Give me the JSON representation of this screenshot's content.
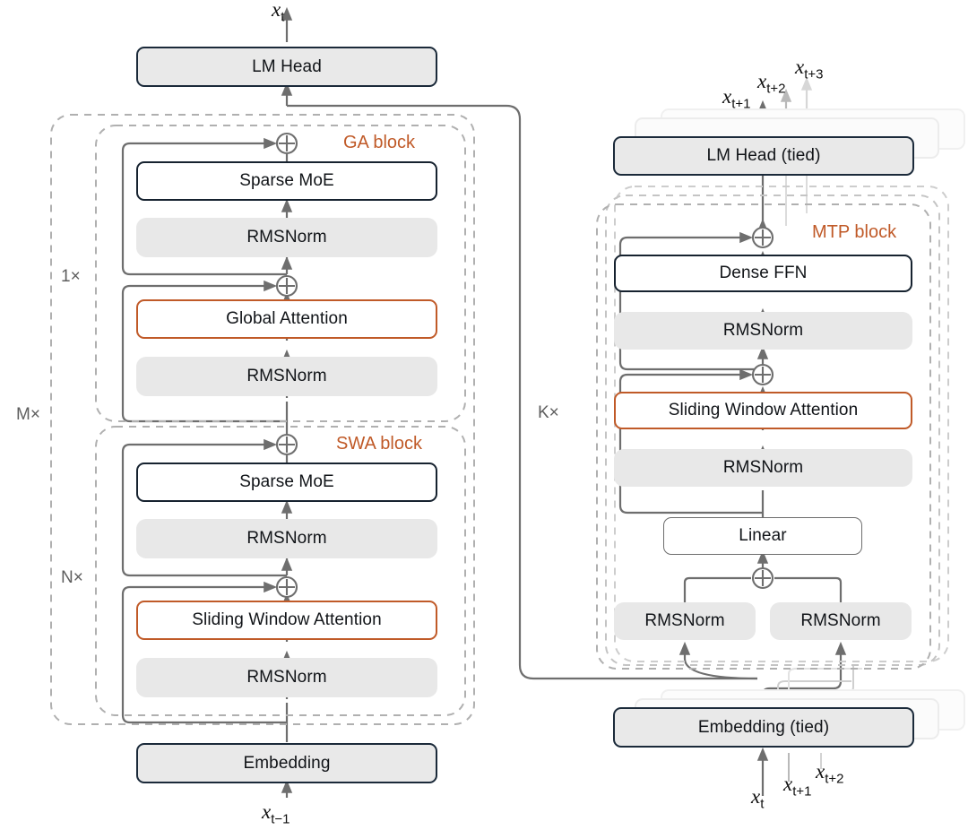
{
  "diagram": {
    "title": "Hybrid attention transformer with multi-token prediction",
    "accent_orange": "#c05a28",
    "node_fill_gray": "#e8e8e8",
    "border_dark": "#16222f"
  },
  "left_column": {
    "lm_head": "LM Head",
    "output_token": "x",
    "output_token_sub": "t",
    "outer_multiplier": "M×",
    "ga_block": {
      "label": "GA block",
      "multiplier": "1×",
      "moe": "Sparse MoE",
      "norm_top": "RMSNorm",
      "attention": "Global Attention",
      "norm_bottom": "RMSNorm"
    },
    "swa_block": {
      "label": "SWA block",
      "multiplier": "N×",
      "moe": "Sparse MoE",
      "norm_top": "RMSNorm",
      "attention": "Sliding Window Attention",
      "norm_bottom": "RMSNorm"
    },
    "embedding": "Embedding",
    "input_token": "x",
    "input_token_sub": "t−1"
  },
  "right_column": {
    "lm_head": "LM Head (tied)",
    "outputs": [
      {
        "base": "x",
        "sub": "t+1"
      },
      {
        "base": "x",
        "sub": "t+2"
      },
      {
        "base": "x",
        "sub": "t+3"
      }
    ],
    "mtp_block": {
      "label": "MTP block",
      "multiplier": "K×",
      "ffn": "Dense FFN",
      "norm_ffn": "RMSNorm",
      "attention": "Sliding Window Attention",
      "norm_attn": "RMSNorm",
      "linear": "Linear",
      "norm_left": "RMSNorm",
      "norm_right": "RMSNorm"
    },
    "embedding": "Embedding (tied)",
    "inputs": [
      {
        "base": "x",
        "sub": "t"
      },
      {
        "base": "x",
        "sub": "t+1"
      },
      {
        "base": "x",
        "sub": "t+2"
      }
    ]
  }
}
